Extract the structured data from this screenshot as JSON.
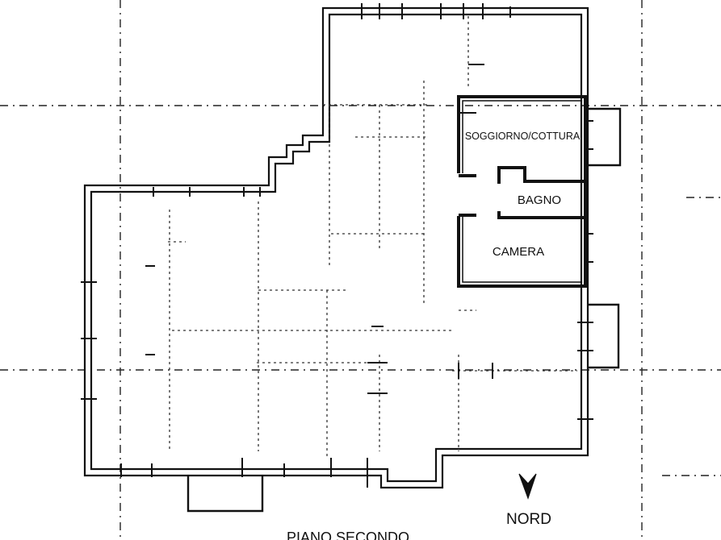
{
  "rooms": {
    "soggiorno": "SOGGIORNO/COTTURA",
    "bagno": "BAGNO",
    "camera": "CAMERA"
  },
  "compass": {
    "label": "NORD",
    "icon": "north-arrow-icon"
  },
  "footer": {
    "floor_label": "PIANO SECONDO"
  },
  "colors": {
    "ink": "#111111",
    "grid": "#222222",
    "background": "#ffffff"
  }
}
